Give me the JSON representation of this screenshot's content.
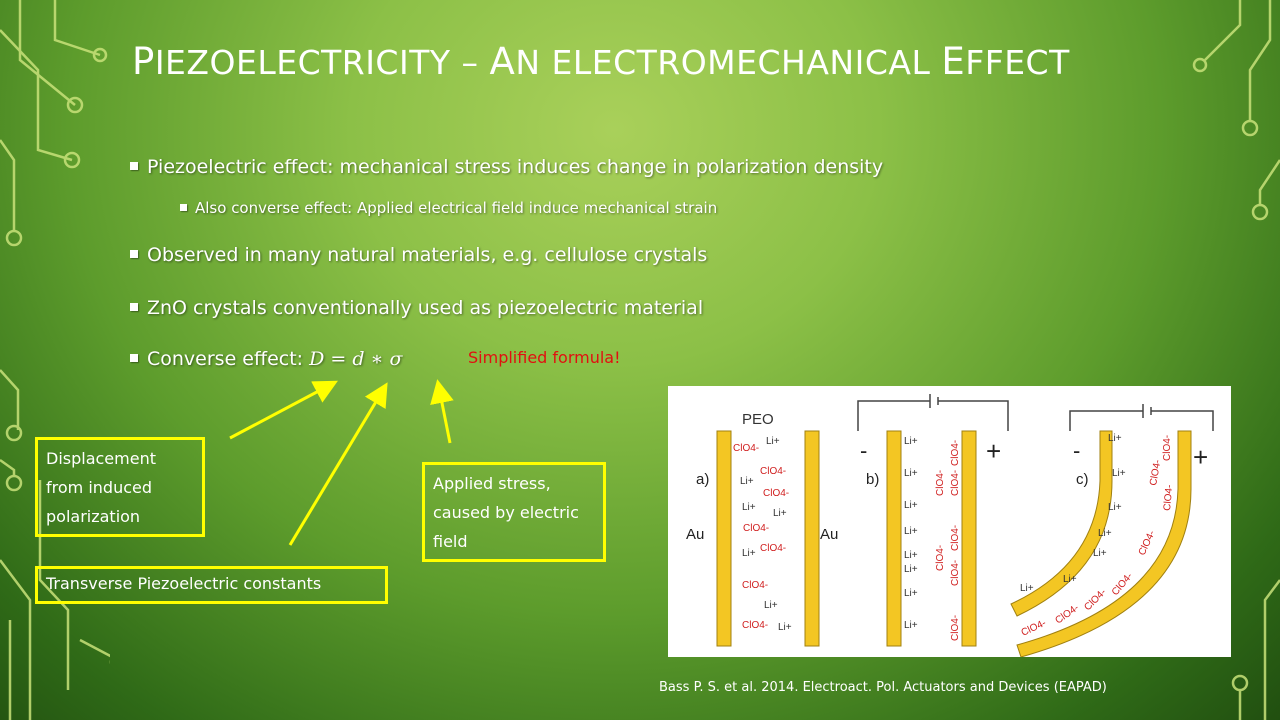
{
  "slide": {
    "title_big1": "P",
    "title_rest1": "IEZOELECTRICITY",
    "title_dash": " – ",
    "title_big2": "A",
    "title_rest2": "N ELECTROMECHANICAL ",
    "title_big3": "E",
    "title_rest3": "FFECT"
  },
  "bullets": {
    "b1": "Piezoelectric effect: mechanical stress induces change in polarization density",
    "b1_sub": "Also converse effect: Applied electrical field induce mechanical strain",
    "b2": "Observed in many natural materials, e.g. cellulose crystals",
    "b3": "ZnO crystals conventionally used as piezoelectric material",
    "b4_label": "Converse effect: ",
    "b4_formula": "D = d ∗ σ"
  },
  "note": "Simplified formula!",
  "annotations": {
    "displacement": "Displacement from induced polarization",
    "stress": "Applied stress, caused by electric field",
    "transverse": "Transverse Piezoelectric constants"
  },
  "figure": {
    "peo": "PEO",
    "label_a": "a)",
    "label_b": "b)",
    "label_c": "c)",
    "au_left": "Au",
    "au_right": "Au",
    "minus": "-",
    "plus": "+",
    "li": "Li+",
    "clo4": "ClO4-"
  },
  "citation": "Bass P. S. et al. 2014. Electroact. Pol. Actuators and Devices (EAPAD)",
  "colors": {
    "accent_yellow": "#ffff00",
    "note_red": "#e11010",
    "electrode_gold": "#f3c623",
    "ion_red": "#d02020"
  }
}
